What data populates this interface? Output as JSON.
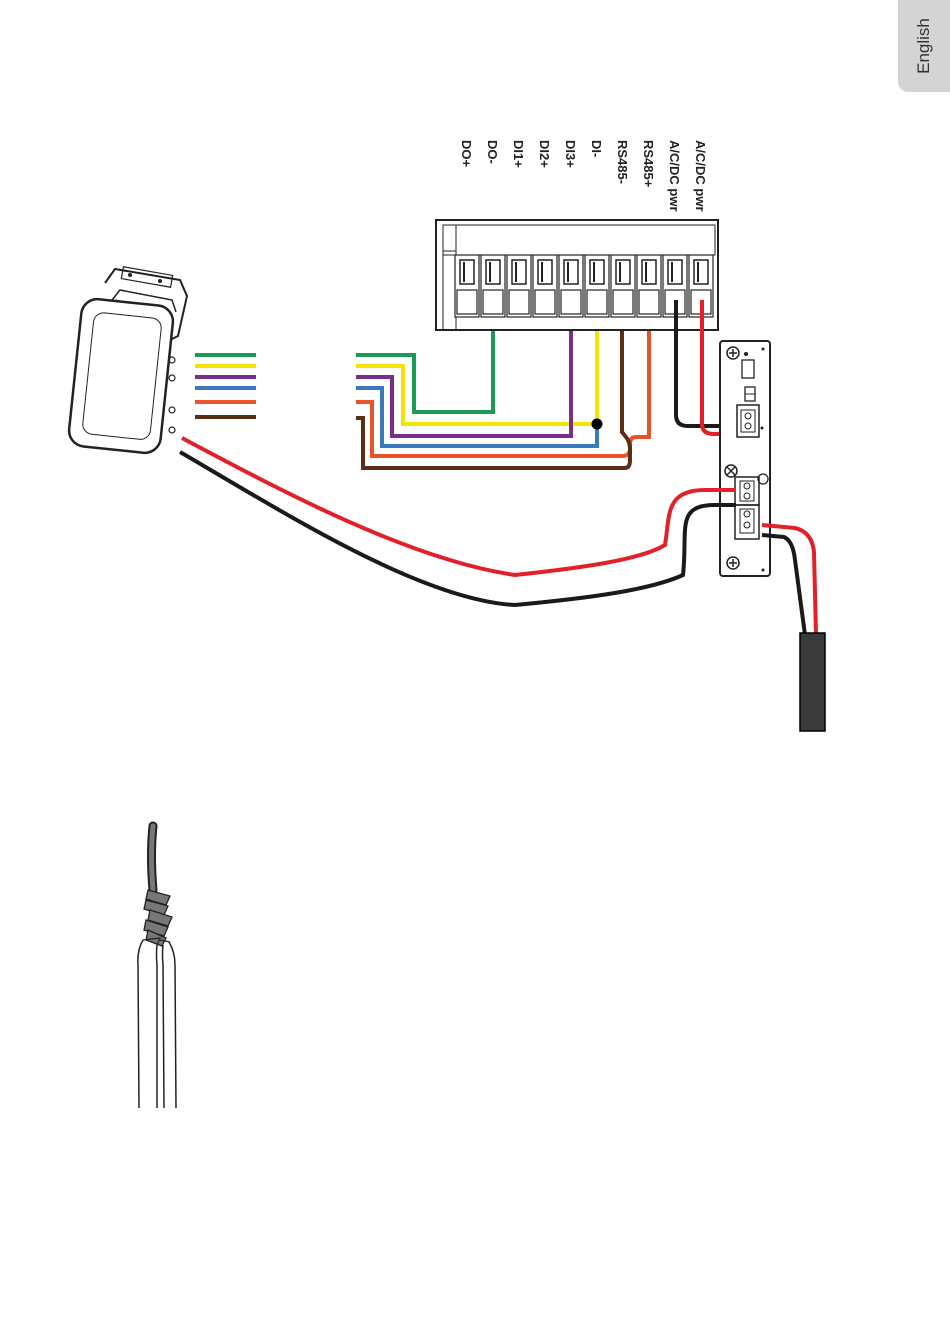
{
  "page": {
    "language_tab": "English"
  },
  "terminal_block": {
    "labels": [
      "DO+",
      "DO-",
      "DI1+",
      "DI2+",
      "DI3+",
      "DI-",
      "RS485-",
      "RS485+",
      "A/C/DC pwr",
      "A/C/DC pwr"
    ]
  },
  "colors": {
    "green": "#1a9a55",
    "yellow": "#f2e400",
    "purple": "#7b2d8e",
    "blue": "#3a78c0",
    "orange": "#e8542a",
    "brown": "#5a2e12",
    "red": "#e3202a",
    "black": "#1a1a1a"
  },
  "icons": {
    "sensor": "sensor-device-icon",
    "power_board": "power-board-icon",
    "power_cable": "power-cable-icon",
    "twisted_wire": "twisted-wire-icon"
  }
}
